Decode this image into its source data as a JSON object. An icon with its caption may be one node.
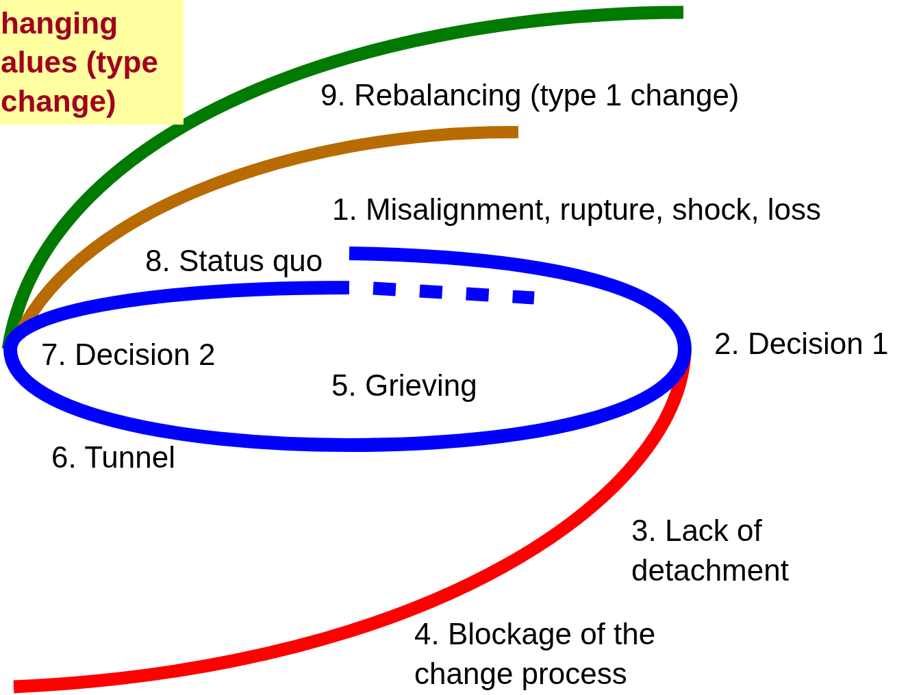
{
  "diagram": {
    "nodes": [
      {
        "text": [
          "hanging alues (type change)"
        ]
      }
    ],
    "labels": [
      "9. Rebalancing (type 1 change)",
      "1. Misalignment, rupture, shock, loss",
      "8. Status quo",
      "2. Decision 1",
      "7. Decision 2",
      "5. Grieving",
      "6. Tunnel",
      "3. Lack of detachment",
      "4. Blockage of the change process"
    ]
  }
}
